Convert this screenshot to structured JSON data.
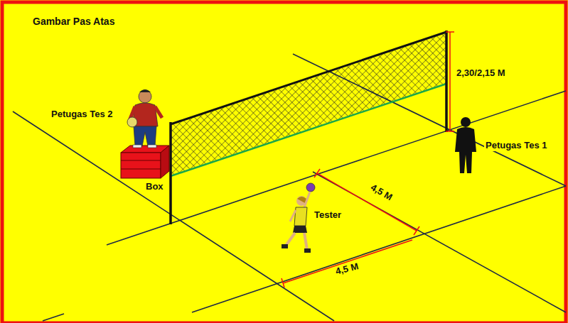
{
  "diagram": {
    "title": "Gambar Pas Atas",
    "labels": [
      "Petugas Tes 2",
      "Box",
      "Tester",
      "Petugas Tes 1",
      "2,30/2,15 M",
      "4,5 M",
      "4,5 M"
    ]
  }
}
